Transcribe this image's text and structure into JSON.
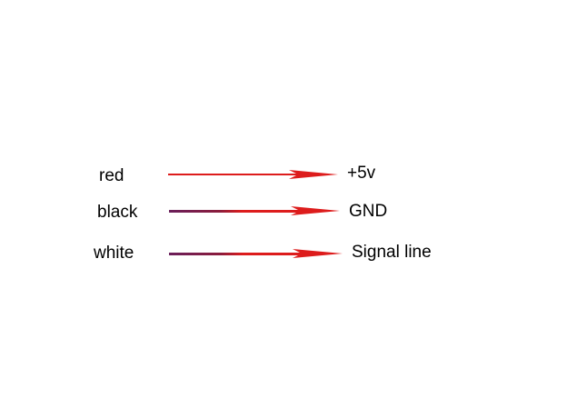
{
  "colors": {
    "arrow": "#dd1c1c",
    "wire_start": "#6a1e5a",
    "text": "#000000",
    "background": "#ffffff"
  },
  "connections": [
    {
      "wire": "red",
      "signal": "+5v",
      "icon": "arrow-right-icon"
    },
    {
      "wire": "black",
      "signal": "GND",
      "icon": "arrow-right-icon"
    },
    {
      "wire": "white",
      "signal": "Signal line",
      "icon": "arrow-right-icon"
    }
  ]
}
